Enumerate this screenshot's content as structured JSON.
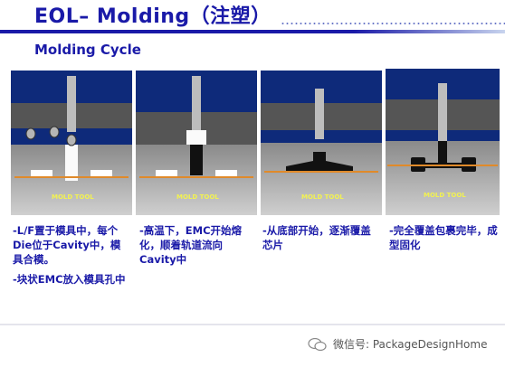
{
  "title": "EOL– Molding（注塑）",
  "subtitle": "Molding Cycle",
  "tool_label": "MOLD TOOL",
  "panels": [
    {
      "caption": [
        "-L/F置于模具中，每个Die位于Cavity中，模具合模。",
        "-块状EMC放入模具孔中"
      ]
    },
    {
      "caption": [
        "-高温下，EMC开始熔化，顺着轨道流向Cavity中"
      ]
    },
    {
      "caption": [
        "-从底部开始，逐渐覆盖芯片"
      ]
    },
    {
      "caption": [
        "-完全覆盖包裹完毕，成型固化"
      ]
    }
  ],
  "watermark": "微信号: PackageDesignHome",
  "colors": {
    "title_blue": "#1a1aa8",
    "panel_bg": "#0e2a7a",
    "mold_gray": "#6e6e6e",
    "compound_black": "#111111",
    "tool_label": "#f2f250",
    "lead_orange": "#e08a2a"
  }
}
